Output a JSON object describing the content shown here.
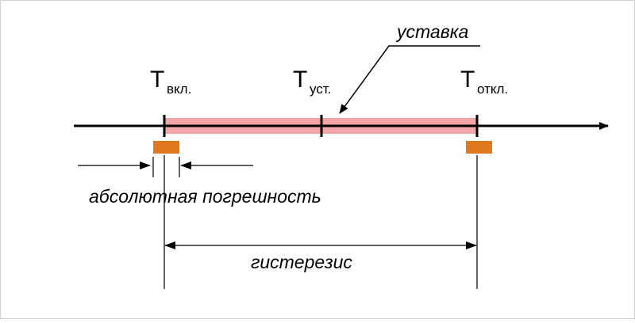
{
  "labels": {
    "t_on_main": "T",
    "t_on_sub": "вкл.",
    "t_set_main": "T",
    "t_set_sub": "уст.",
    "t_off_main": "T",
    "t_off_sub": "откл.",
    "setpoint": "уставка",
    "abs_error": "абсолютная погрешность",
    "hysteresis": "гистерезис"
  },
  "colors": {
    "line": "#000000",
    "band_fill": "#f4a6a6",
    "band_core": "#f08080",
    "marker": "#e07820",
    "frame": "#d0d0d0"
  }
}
